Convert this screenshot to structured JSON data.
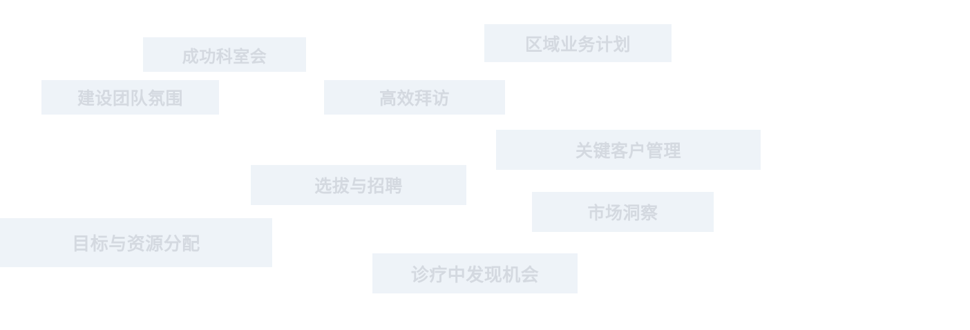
{
  "tags": [
    {
      "label": "成功科室会"
    },
    {
      "label": "区域业务计划"
    },
    {
      "label": "建设团队氛围"
    },
    {
      "label": "高效拜访"
    },
    {
      "label": "关键客户管理"
    },
    {
      "label": "选拔与招聘"
    },
    {
      "label": "市场洞察"
    },
    {
      "label": "目标与资源分配"
    },
    {
      "label": "诊疗中发现机会"
    }
  ],
  "colors": {
    "tag_background": "#eef3f8",
    "tag_text": "#d4d9e0",
    "page_background": "#ffffff"
  }
}
